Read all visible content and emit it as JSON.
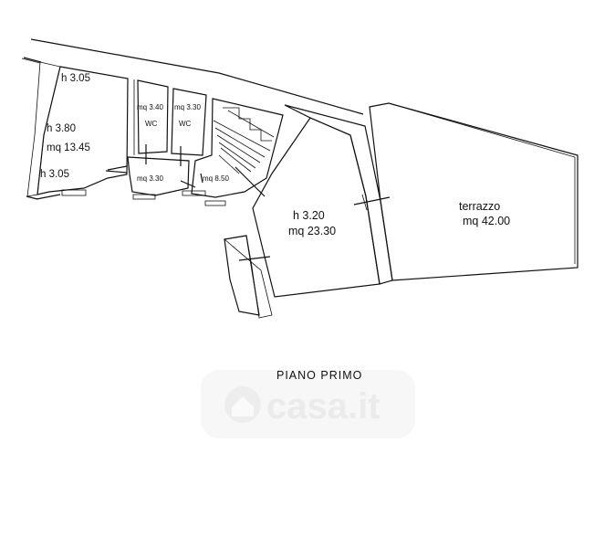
{
  "plan": {
    "floor_title": "PIANO PRIMO",
    "rooms": {
      "room_left": {
        "h_top": "h  3.05",
        "h_mid": "h  3.80",
        "area": "mq  13.45",
        "h_bottom": "h  3.05"
      },
      "wc_1": {
        "area": "mq 3.40",
        "name": "WC"
      },
      "wc_2": {
        "area": "mq 3.30",
        "name": "WC"
      },
      "hall": {
        "area": "mq  3.30"
      },
      "stair_hall": {
        "area": "mq  8.50"
      },
      "room_main": {
        "height": "h  3.20",
        "area": "mq  23.30"
      },
      "terrace": {
        "name": "terrazzo",
        "area": "mq  42.00"
      }
    }
  },
  "watermark": {
    "text": "casa.it",
    "icon": "house-icon"
  }
}
